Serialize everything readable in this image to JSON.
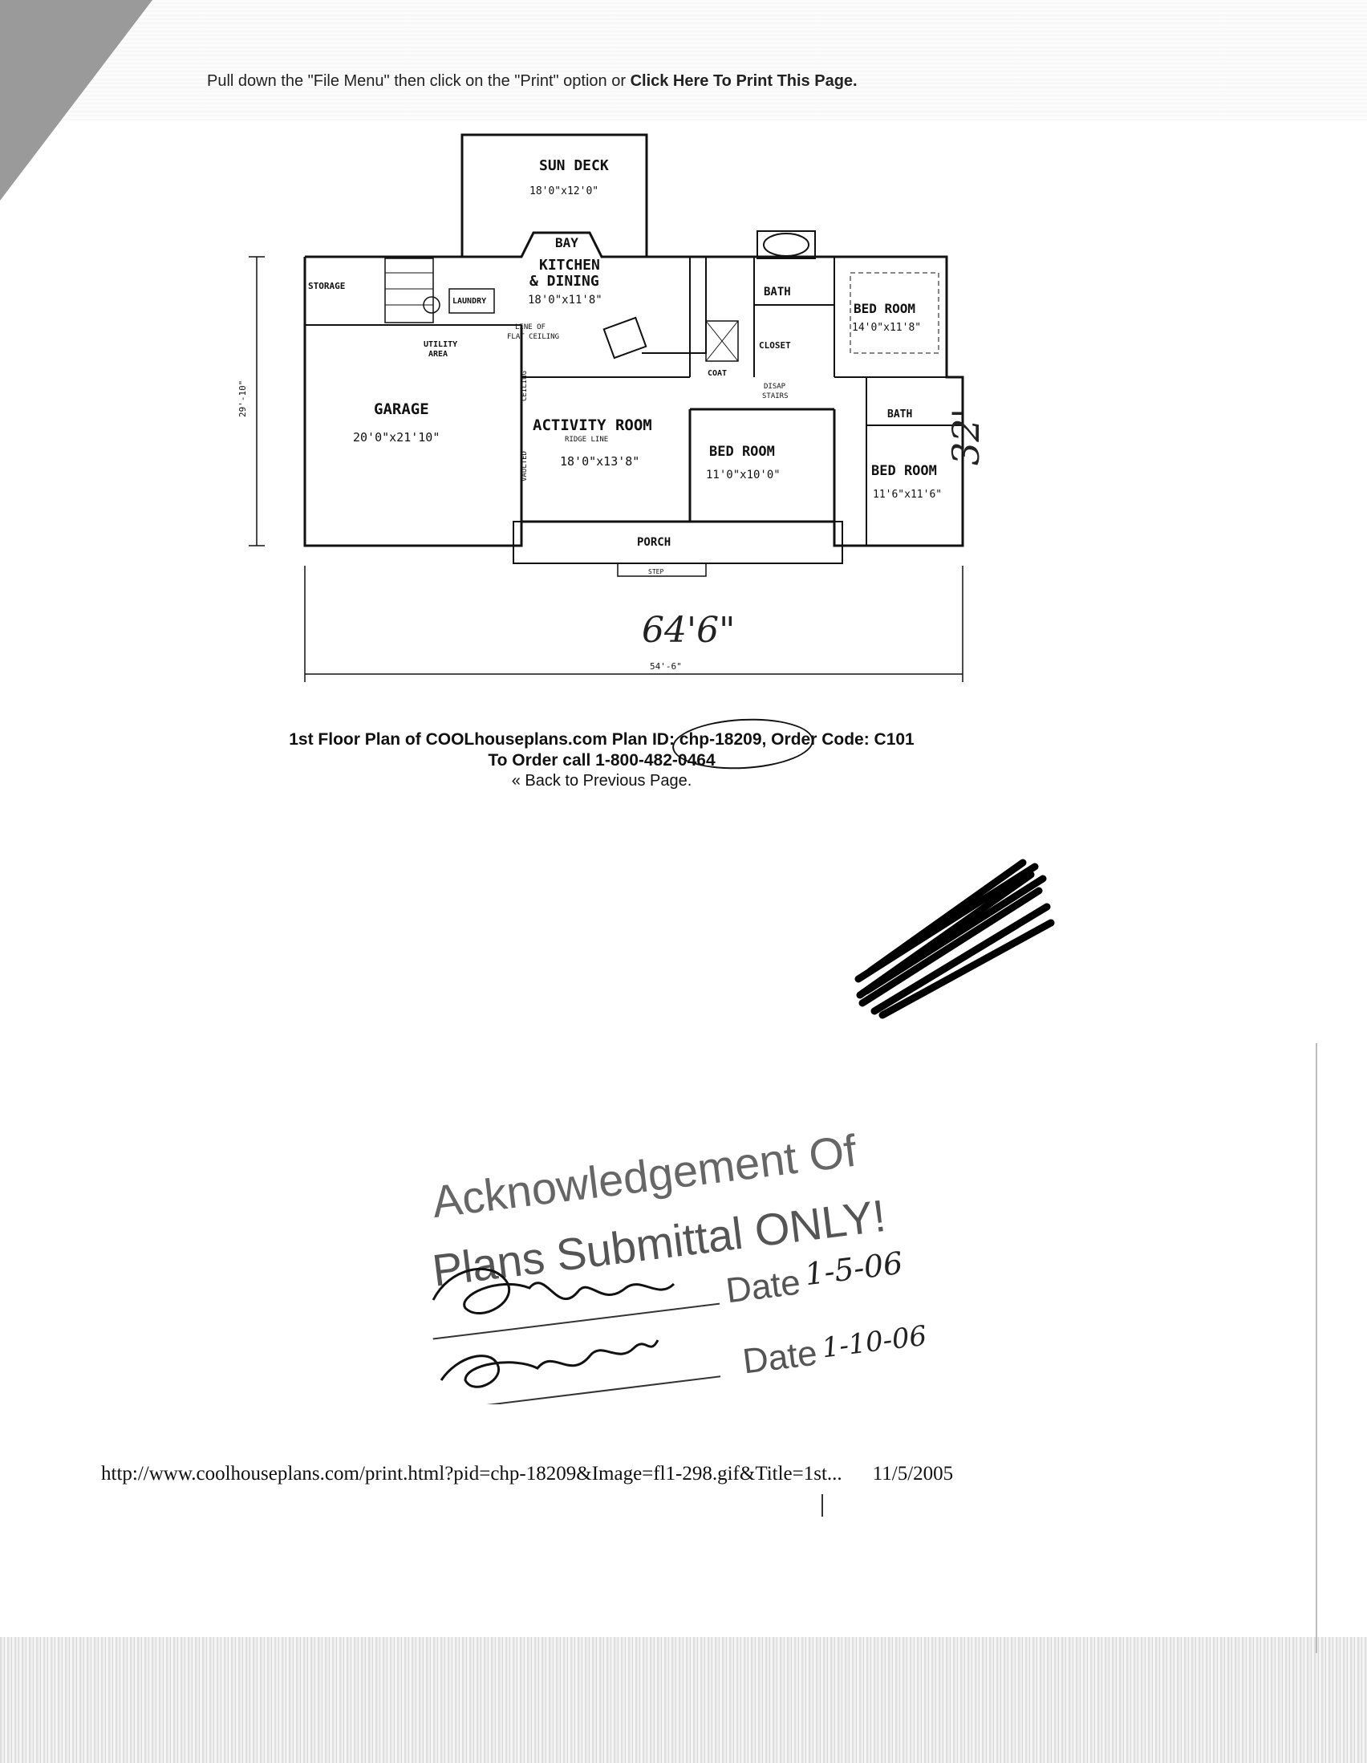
{
  "header": {
    "instruction_text": "Pull down the \"File Menu\" then click on the \"Print\" option or ",
    "print_link": "Click Here To Print This Page."
  },
  "floor_plan": {
    "rooms": {
      "sun_deck": {
        "name": "SUN DECK",
        "size": "18'0\"x12'0\""
      },
      "bay": {
        "name": "BAY"
      },
      "kitchen": {
        "name": "KITCHEN",
        "name2": "& DINING",
        "size": "18'0\"x11'8\""
      },
      "storage": {
        "name": "STORAGE"
      },
      "laundry": {
        "name": "LAUNDRY"
      },
      "utility": {
        "name": "UTILITY",
        "name2": "AREA"
      },
      "garage": {
        "name": "GARAGE",
        "size": "20'0\"x21'10\""
      },
      "activity": {
        "name": "ACTIVITY ROOM",
        "size": "18'0\"x13'8\""
      },
      "bed1": {
        "name": "BED ROOM",
        "size": "14'0\"x11'8\""
      },
      "bed2": {
        "name": "BED ROOM",
        "size": "11'0\"x10'0\""
      },
      "bed3": {
        "name": "BED ROOM",
        "size": "11'6\"x11'6\""
      },
      "bath1": {
        "name": "BATH"
      },
      "bath2": {
        "name": "BATH"
      },
      "closet": {
        "name": "CLOSET"
      },
      "coat": {
        "name": "COAT"
      },
      "porch": {
        "name": "PORCH"
      },
      "step": {
        "name": "STEP"
      },
      "disap_stairs": {
        "name": "DISAP",
        "name2": "STAIRS"
      },
      "flat_ceiling": {
        "name": "LINE OF",
        "name2": "FLAT CEILING"
      },
      "ridge_line": {
        "name": "RIDGE LINE"
      },
      "ceiling": {
        "name": "CEILING"
      },
      "vaulted": {
        "name": "VAULTED"
      }
    },
    "dimensions": {
      "width": "54'-6\"",
      "depth": "29'-10\"",
      "handwritten_width": "64'6\"",
      "handwritten_depth": "32'"
    }
  },
  "captions": {
    "line1": "1st Floor Plan of COOLhouseplans.com Plan ID: chp-18209, Order Code: C101",
    "line2": "To Order call 1-800-482-0464",
    "back_link": "« Back to Previous Page."
  },
  "stamp": {
    "line1": "Acknowledgement Of",
    "line2": "Plans Submittal ONLY!",
    "date_label_1": "Date",
    "date_value_1": "1-5-06",
    "date_label_2": "Date",
    "date_value_2": "1-10-06"
  },
  "footer": {
    "url": "http://www.coolhouseplans.com/print.html?pid=chp-18209&Image=fl1-298.gif&Title=1st...",
    "date": "11/5/2005"
  }
}
